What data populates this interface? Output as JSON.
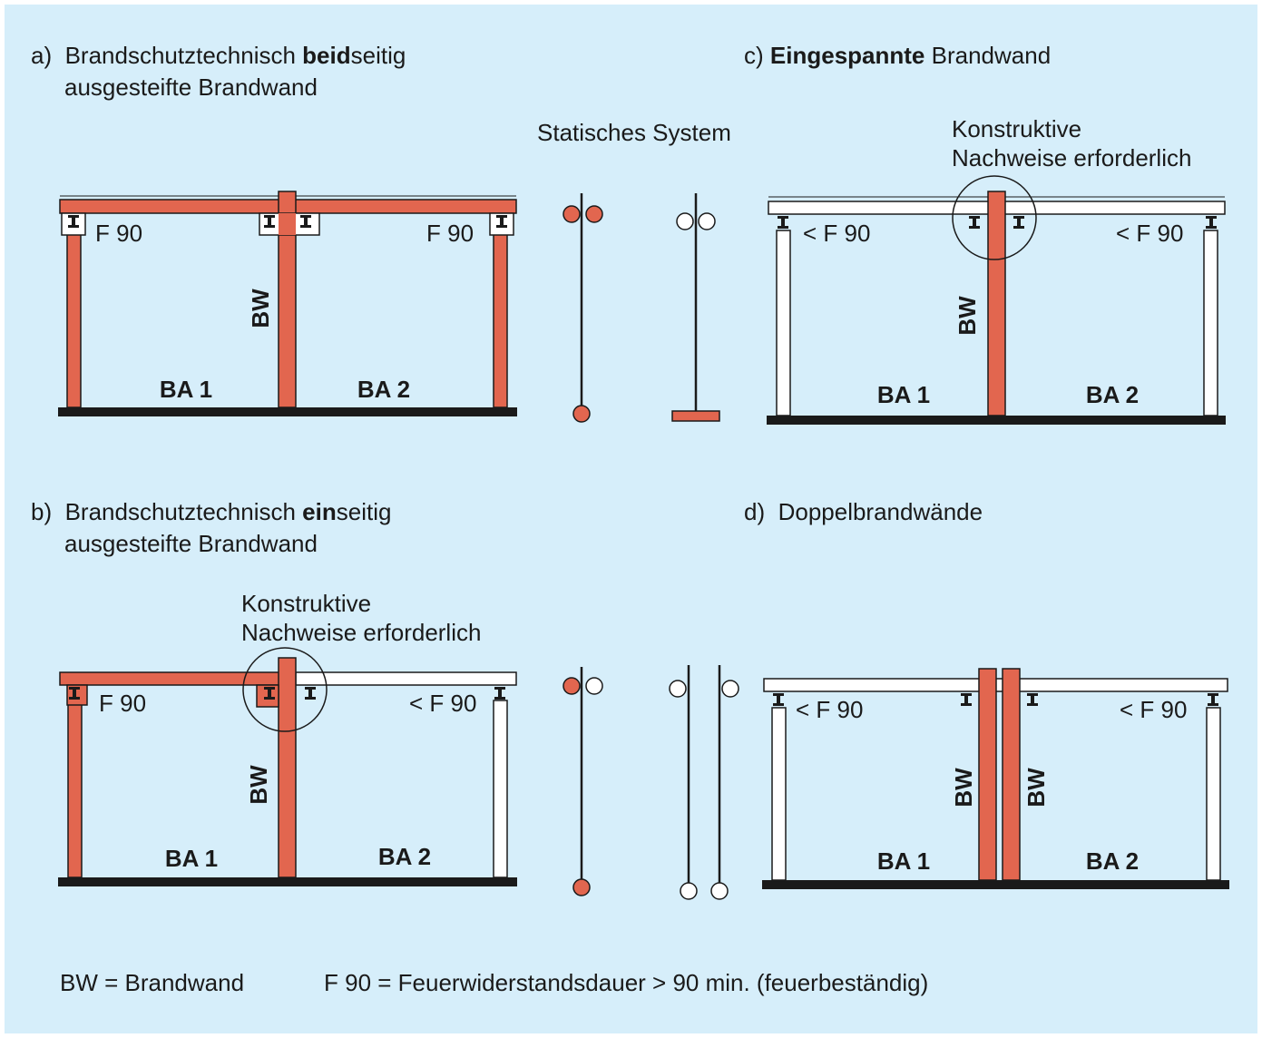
{
  "colors": {
    "background": "#d6eefa",
    "wall_red": "#e2664f",
    "outline": "#1a1a1a",
    "white": "#ffffff"
  },
  "panels": {
    "a": {
      "prefix": "a)",
      "title_part1": "Brandschutztechnisch ",
      "title_bold": "beid",
      "title_part2": "seitig",
      "title_line2": "ausgesteifte Brandwand",
      "left_rating": "F 90",
      "right_rating": "F 90",
      "wall_label": "BW",
      "section_left": "BA 1",
      "section_right": "BA 2"
    },
    "b": {
      "prefix": "b)",
      "title_part1": "Brandschutztechnisch ",
      "title_bold": "ein",
      "title_part2": "seitig",
      "title_line2": "ausgesteifte Brandwand",
      "note_line1": "Konstruktive",
      "note_line2": "Nachweise erforderlich",
      "left_rating": "F 90",
      "right_rating": "< F 90",
      "wall_label": "BW",
      "section_left": "BA 1",
      "section_right": "BA 2"
    },
    "c": {
      "prefix": "c)",
      "title_bold": "Eingespannte",
      "title_rest": " Brandwand",
      "note_line1": "Konstruktive",
      "note_line2": "Nachweise erforderlich",
      "left_rating": "< F 90",
      "right_rating": "< F 90",
      "wall_label": "BW",
      "section_left": "BA 1",
      "section_right": "BA 2"
    },
    "d": {
      "prefix": "d)",
      "title": "Doppelbrandwände",
      "left_rating": "< F 90",
      "right_rating": "< F 90",
      "wall_label_left": "BW",
      "wall_label_right": "BW",
      "section_left": "BA 1",
      "section_right": "BA 2"
    }
  },
  "static_system": {
    "title": "Statisches System"
  },
  "legend": {
    "bw": "BW = Brandwand",
    "f90": "F 90 = Feuerwiderstandsdauer > 90 min. (feuerbeständig)"
  }
}
